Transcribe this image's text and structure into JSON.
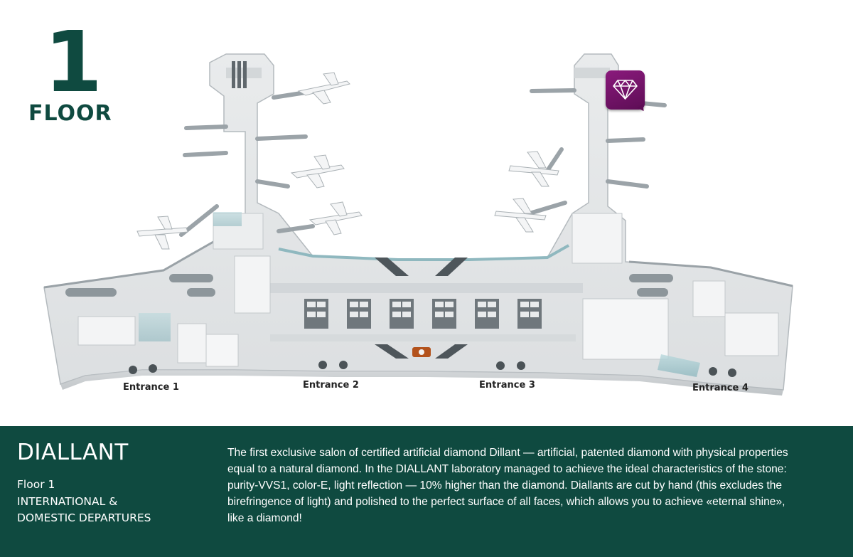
{
  "floor": {
    "number": "1",
    "word": "FLOOR"
  },
  "map": {
    "entrances": [
      {
        "label": "Entrance 1"
      },
      {
        "label": "Entrance 2"
      },
      {
        "label": "Entrance 3"
      },
      {
        "label": "Entrance 4"
      }
    ],
    "marker_icon": "diamond-icon",
    "colors": {
      "marker": "#7a1570",
      "panel": "#0f4a40",
      "floor_text": "#0f4a40"
    }
  },
  "info": {
    "title": "DIALLANT",
    "floor_line": "Floor 1",
    "departures": "INTERNATIONAL & DOMESTIC DEPARTURES",
    "description": "The first exclusive salon of certified artificial diamond  Dillant — artificial, patented diamond with physical properties equal to a natural diamond. In the DIALLANT laboratory managed to achieve the ideal characteristics of the stone: purity-VVS1, color-E, light reflection — 10% higher than the diamond. Diallants are cut by hand (this excludes the birefringence of light) and polished to the perfect surface of all faces, which allows you to achieve «eternal shine», like a diamond!"
  }
}
